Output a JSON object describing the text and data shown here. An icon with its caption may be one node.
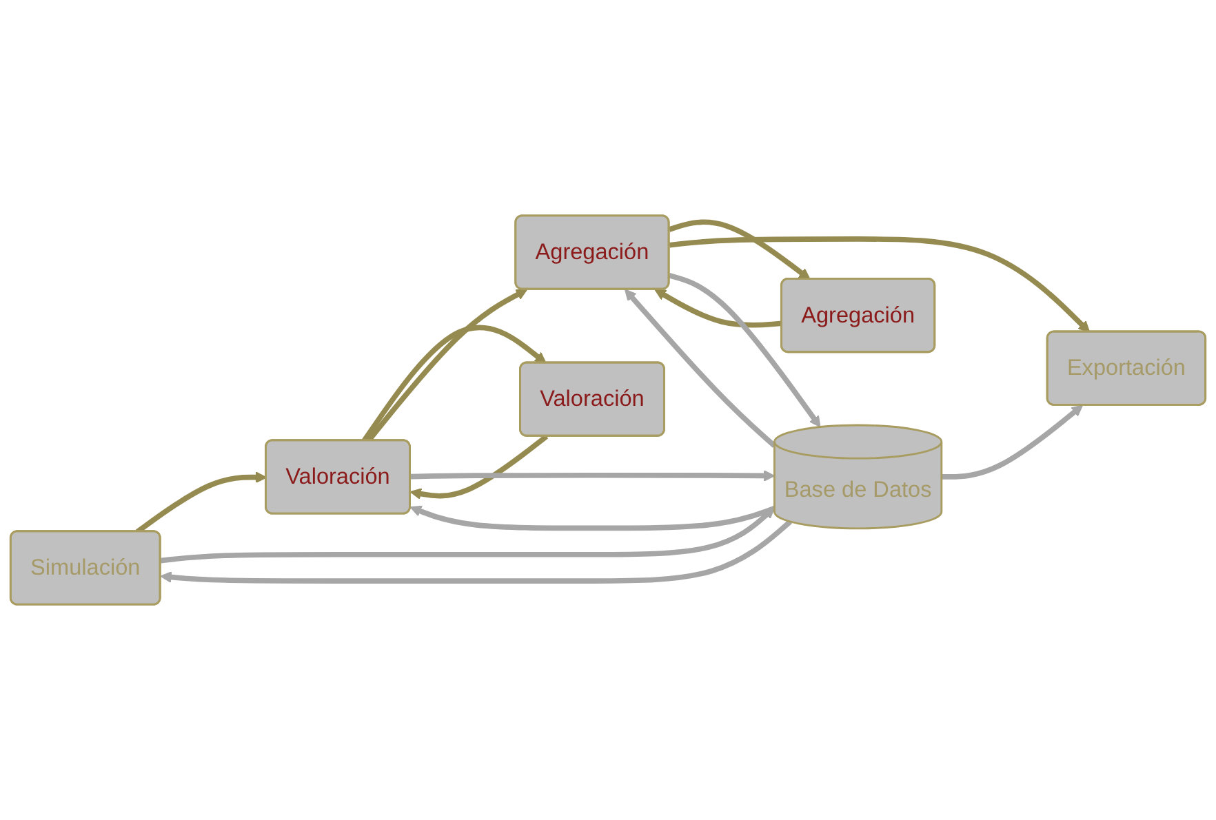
{
  "diagram": {
    "nodes": [
      {
        "text": [
          "Simulación"
        ]
      },
      {
        "text": [
          "Valoración"
        ]
      },
      {
        "text": [
          "Valoración"
        ]
      },
      {
        "text": [
          "Agregación"
        ]
      },
      {
        "text": [
          "Agregación"
        ]
      },
      {
        "text": [
          "Exportación"
        ]
      },
      {
        "text": [
          "Base de Datos"
        ]
      }
    ],
    "edges": [
      {
        "from": 0,
        "to": 2,
        "arrow": "to"
      },
      {
        "from": 1,
        "to": 2,
        "arrow": "to"
      },
      {
        "from": 2,
        "to": 1,
        "arrow": "to"
      },
      {
        "from": 2,
        "to": 4,
        "arrow": "to"
      },
      {
        "from": 3,
        "to": 4,
        "arrow": "to"
      },
      {
        "from": 4,
        "to": 3,
        "arrow": "to"
      },
      {
        "from": 4,
        "to": 5,
        "arrow": "to"
      },
      {
        "from": 0,
        "to": 6,
        "arrow": "to",
        "color": "#a6a6a6"
      },
      {
        "from": 6,
        "to": 0,
        "arrow": "to",
        "color": "#a6a6a6"
      },
      {
        "from": 2,
        "to": 6,
        "arrow": "to",
        "color": "#a6a6a6"
      },
      {
        "from": 6,
        "to": 2,
        "arrow": "to",
        "color": "#a6a6a6"
      },
      {
        "from": 4,
        "to": 6,
        "arrow": "to",
        "color": "#a6a6a6"
      },
      {
        "from": 6,
        "to": 4,
        "arrow": "to",
        "color": "#a6a6a6"
      },
      {
        "from": 6,
        "to": 5,
        "arrow": "to",
        "color": "#a6a6a6"
      }
    ]
  }
}
